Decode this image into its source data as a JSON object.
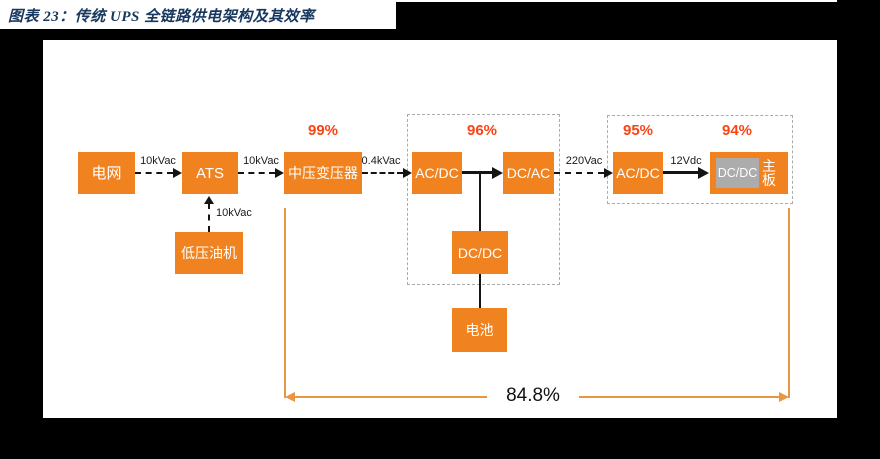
{
  "header": {
    "title": "图表 23：传统 UPS 全链路供电架构及其效率"
  },
  "diagram": {
    "nodes": {
      "power_grid": "电网",
      "ats": "ATS",
      "mv_transformer": "中压变压器",
      "acdc_input": "AC/DC",
      "dcac_output": "DC/AC",
      "server_acdc": "AC/DC",
      "mainboard_dcdc": "DC/DC",
      "mainboard": "主板",
      "genset": "低压油机",
      "dcdc": "DC/DC",
      "battery": "电池"
    },
    "voltages": {
      "grid_to_ats": "10kVac",
      "ats_to_transformer": "10kVac",
      "genset_to_ats": "10kVac",
      "transformer_to_acdc": "0.4kVac",
      "dcac_to_acdc": "220Vac",
      "acdc_to_mainboard": "12Vdc"
    },
    "efficiencies": {
      "transformer": "99%",
      "ups": "96%",
      "server_psu": "95%",
      "board": "94%"
    },
    "total_efficiency": "84.8%",
    "colors": {
      "box_orange": "#F08320",
      "bracket_orange": "#EA9640",
      "efficiency_red": "#FA4414",
      "title_navy": "#17375E",
      "chip_gray": "#ACACAC",
      "background_black": "#000000",
      "panel_white": "#FFFFFF"
    }
  }
}
